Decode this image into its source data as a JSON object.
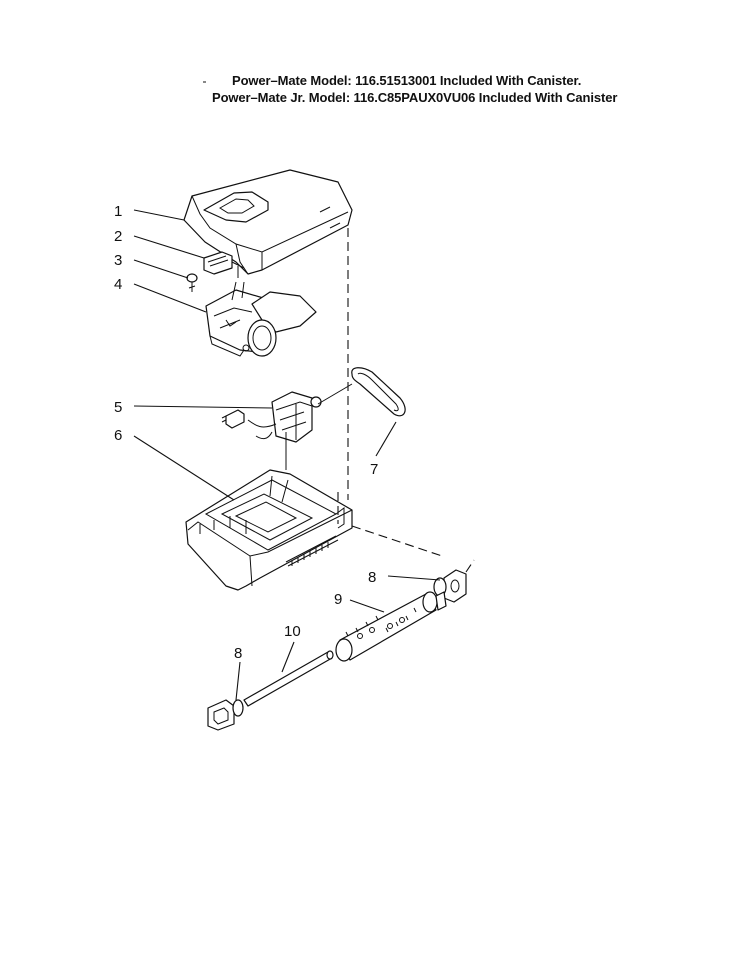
{
  "header": {
    "line1": "Power–Mate Model: 116.51513001 Included With Canister.",
    "line2": "Power–Mate Jr. Model: 116.C85PAUX0VU06 Included With Canister"
  },
  "callouts": [
    {
      "id": "1",
      "label": "1"
    },
    {
      "id": "2",
      "label": "2"
    },
    {
      "id": "3",
      "label": "3"
    },
    {
      "id": "4",
      "label": "4"
    },
    {
      "id": "5",
      "label": "5"
    },
    {
      "id": "6",
      "label": "6"
    },
    {
      "id": "7",
      "label": "7"
    },
    {
      "id": "8a",
      "label": "8"
    },
    {
      "id": "9",
      "label": "9"
    },
    {
      "id": "10",
      "label": "10"
    },
    {
      "id": "8b",
      "label": "8"
    }
  ]
}
